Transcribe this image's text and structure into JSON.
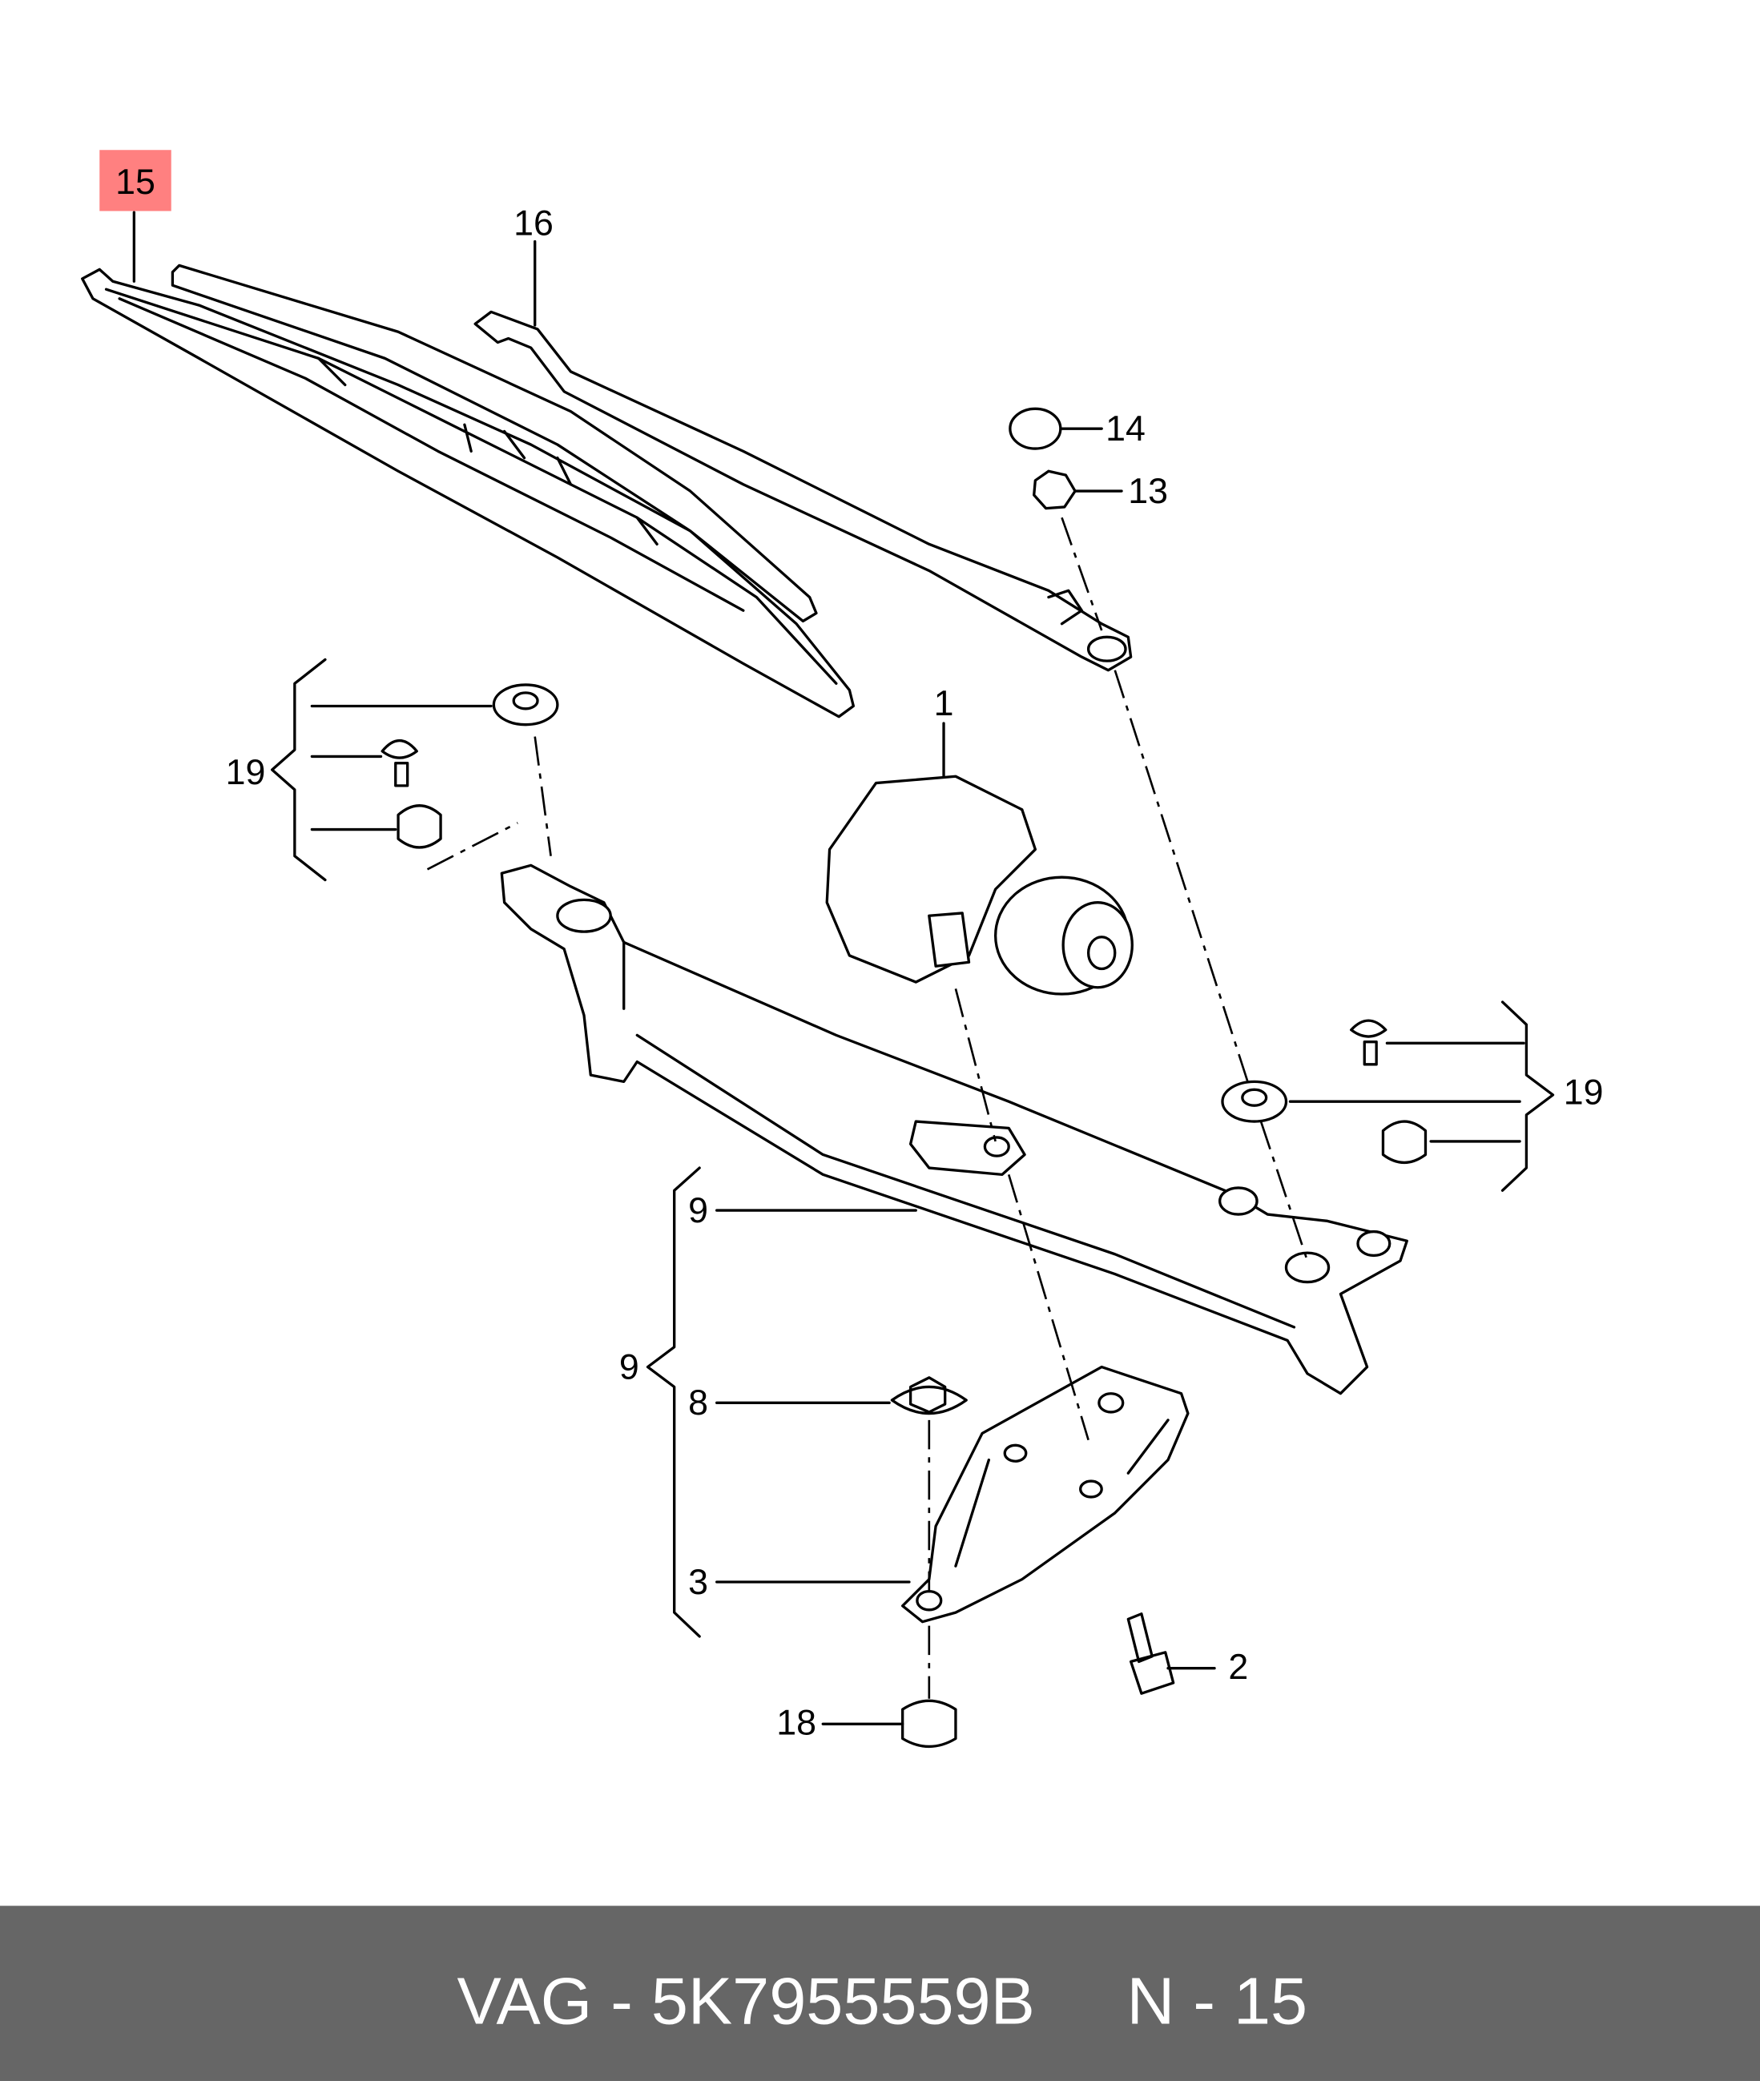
{
  "diagram": {
    "highlighted_callout": "15",
    "highlight_color": "#ff8080",
    "callouts": {
      "c15": "15",
      "c16": "16",
      "c14": "14",
      "c13": "13",
      "c1": "1",
      "c19a": "19",
      "c19b": "19",
      "c9a": "9",
      "c9b": "9",
      "c8": "8",
      "c3": "3",
      "c2": "2",
      "c18": "18"
    }
  },
  "footer": {
    "part_number": "VAG - 5K7955559B",
    "position": "N - 15",
    "background": "#666666"
  }
}
